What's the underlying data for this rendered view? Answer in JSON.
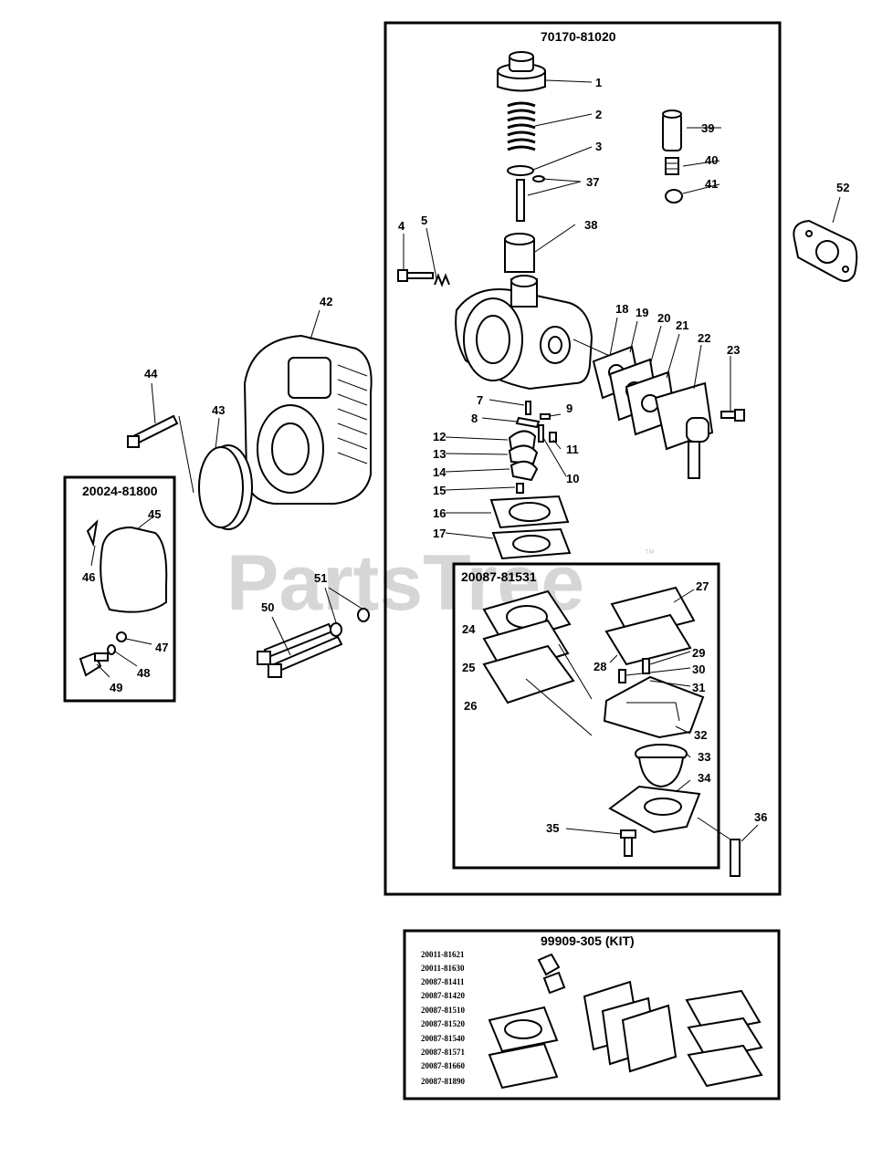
{
  "watermark": {
    "text": "PartsTree",
    "trademark": "™"
  },
  "assemblies": {
    "carburetor": {
      "number": "70170-81020"
    },
    "air_filter": {
      "number": "20024-81800"
    },
    "repair_kit": {
      "number": "20087-81531"
    },
    "kit": {
      "title": "99909-305 (KIT)",
      "part_numbers": [
        "20011-81621",
        "20011-81630",
        "20087-81411",
        "20087-81420",
        "20087-81510",
        "20087-81520",
        "20087-81540",
        "20087-81571",
        "20087-81660",
        "20087-81890"
      ]
    }
  },
  "callouts": [
    "1",
    "2",
    "3",
    "4",
    "5",
    "7",
    "8",
    "9",
    "10",
    "11",
    "12",
    "13",
    "14",
    "15",
    "16",
    "17",
    "18",
    "19",
    "20",
    "21",
    "22",
    "23",
    "24",
    "25",
    "26",
    "27",
    "28",
    "29",
    "30",
    "31",
    "32",
    "33",
    "34",
    "35",
    "36",
    "37",
    "38",
    "39",
    "40",
    "41",
    "42",
    "43",
    "44",
    "45",
    "46",
    "47",
    "48",
    "49",
    "50",
    "51",
    "52"
  ]
}
